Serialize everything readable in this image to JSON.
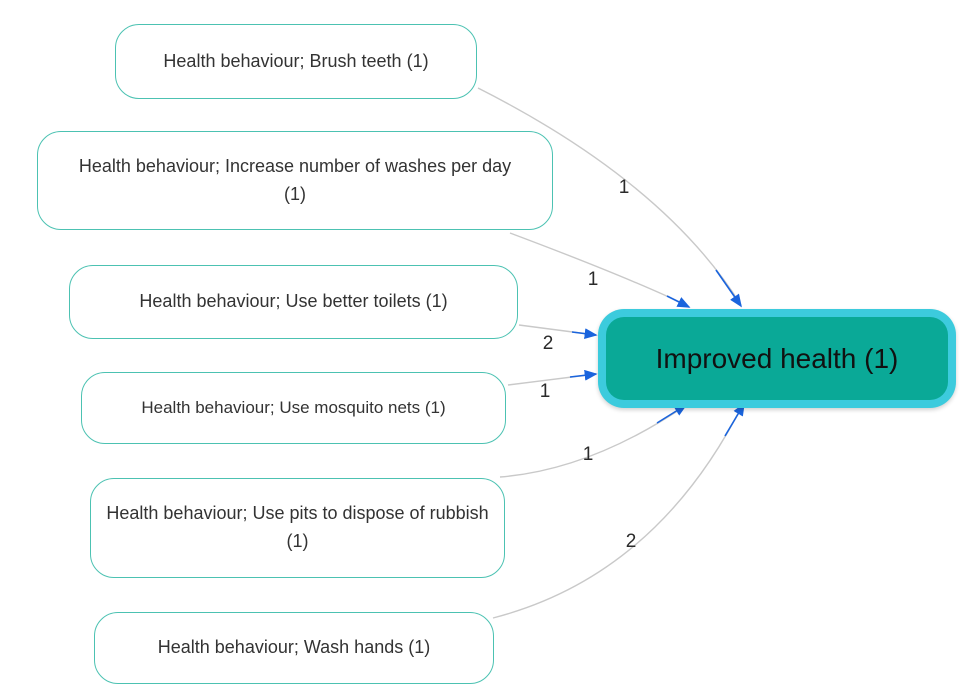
{
  "diagram": {
    "central": {
      "label": "Improved health (1)"
    },
    "nodes": [
      {
        "label": "Health behaviour; Brush teeth (1)"
      },
      {
        "label": "Health behaviour; Increase number of washes per day (1)"
      },
      {
        "label": "Health behaviour; Use better toilets (1)"
      },
      {
        "label": "Health behaviour; Use mosquito nets (1)"
      },
      {
        "label": "Health behaviour; Use pits to dispose of rubbish (1)"
      },
      {
        "label": "Health behaviour; Wash hands (1)"
      }
    ],
    "edges": [
      {
        "from": "Health behaviour; Brush teeth (1)",
        "to": "Improved health (1)",
        "weight": "1"
      },
      {
        "from": "Health behaviour; Increase number of washes per day (1)",
        "to": "Improved health (1)",
        "weight": "1"
      },
      {
        "from": "Health behaviour; Use better toilets (1)",
        "to": "Improved health (1)",
        "weight": "2"
      },
      {
        "from": "Health behaviour; Use mosquito nets (1)",
        "to": "Improved health (1)",
        "weight": "1"
      },
      {
        "from": "Health behaviour; Use pits to dispose of rubbish (1)",
        "to": "Improved health (1)",
        "weight": "1"
      },
      {
        "from": "Health behaviour; Wash hands (1)",
        "to": "Improved health (1)",
        "weight": "2"
      }
    ],
    "colors": {
      "canvas-bg": "#ffffff",
      "node-bg": "#ffffff",
      "node-border": "#4cc2b2",
      "node-text": "#333333",
      "central-bg": "#0aa997",
      "central-border": "#3ccbdd",
      "central-text": "#111111",
      "edge-line": "#c9c9c9",
      "arrow": "#1a64dd",
      "edge-label-text": "#2a2a2a"
    }
  }
}
